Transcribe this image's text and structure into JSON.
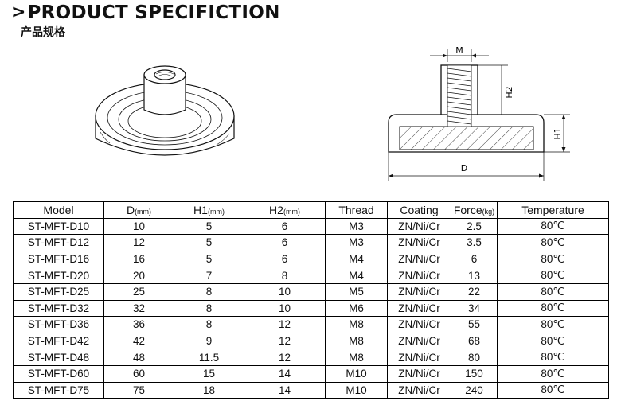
{
  "header": {
    "chevron": ">",
    "title": "PRODUCT SPECIFICTION",
    "subtitle": "产品规格"
  },
  "drawing": {
    "m": "M",
    "h1": "H1",
    "h2": "H2",
    "d": "D"
  },
  "table": {
    "columns": [
      {
        "label": "Model",
        "unit": ""
      },
      {
        "label": "D",
        "unit": "(mm)"
      },
      {
        "label": "H1",
        "unit": "(mm)"
      },
      {
        "label": "H2",
        "unit": "(mm)"
      },
      {
        "label": "Thread",
        "unit": ""
      },
      {
        "label": "Coating",
        "unit": ""
      },
      {
        "label": "Force",
        "unit": "(kg)"
      },
      {
        "label": "Temperature",
        "unit": ""
      }
    ],
    "rows": [
      [
        "ST-MFT-D10",
        "10",
        "5",
        "6",
        "M3",
        "ZN/Ni/Cr",
        "2.5",
        "80℃"
      ],
      [
        "ST-MFT-D12",
        "12",
        "5",
        "6",
        "M3",
        "ZN/Ni/Cr",
        "3.5",
        "80℃"
      ],
      [
        "ST-MFT-D16",
        "16",
        "5",
        "6",
        "M4",
        "ZN/Ni/Cr",
        "6",
        "80℃"
      ],
      [
        "ST-MFT-D20",
        "20",
        "7",
        "8",
        "M4",
        "ZN/Ni/Cr",
        "13",
        "80℃"
      ],
      [
        "ST-MFT-D25",
        "25",
        "8",
        "10",
        "M5",
        "ZN/Ni/Cr",
        "22",
        "80℃"
      ],
      [
        "ST-MFT-D32",
        "32",
        "8",
        "10",
        "M6",
        "ZN/Ni/Cr",
        "34",
        "80℃"
      ],
      [
        "ST-MFT-D36",
        "36",
        "8",
        "12",
        "M8",
        "ZN/Ni/Cr",
        "55",
        "80℃"
      ],
      [
        "ST-MFT-D42",
        "42",
        "9",
        "12",
        "M8",
        "ZN/Ni/Cr",
        "68",
        "80℃"
      ],
      [
        "ST-MFT-D48",
        "48",
        "11.5",
        "12",
        "M8",
        "ZN/Ni/Cr",
        "80",
        "80℃"
      ],
      [
        "ST-MFT-D60",
        "60",
        "15",
        "14",
        "M10",
        "ZN/Ni/Cr",
        "150",
        "80℃"
      ],
      [
        "ST-MFT-D75",
        "75",
        "18",
        "14",
        "M10",
        "ZN/Ni/Cr",
        "240",
        "80℃"
      ]
    ]
  }
}
